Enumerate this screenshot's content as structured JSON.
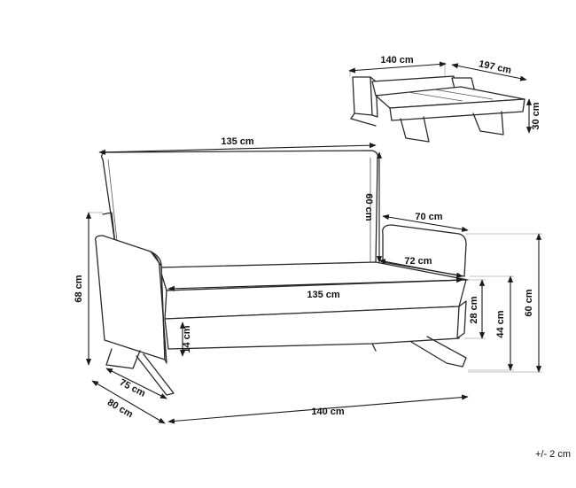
{
  "dimensions": {
    "bed_width": "140 cm",
    "bed_length": "197 cm",
    "mattress_height": "30 cm",
    "back_width": "135 cm",
    "back_height": "60 cm",
    "arm_depth": "70 cm",
    "seat_depth": "72 cm",
    "seat_width": "135 cm",
    "total_height": "68 cm",
    "seat_height": "44 cm",
    "arm_height": "60 cm",
    "seat_cushion_height": "28 cm",
    "leg_clearance": "14 cm",
    "inner_depth": "75 cm",
    "total_depth": "80 cm",
    "total_width": "140 cm"
  },
  "tolerance": "+/- 2 cm"
}
